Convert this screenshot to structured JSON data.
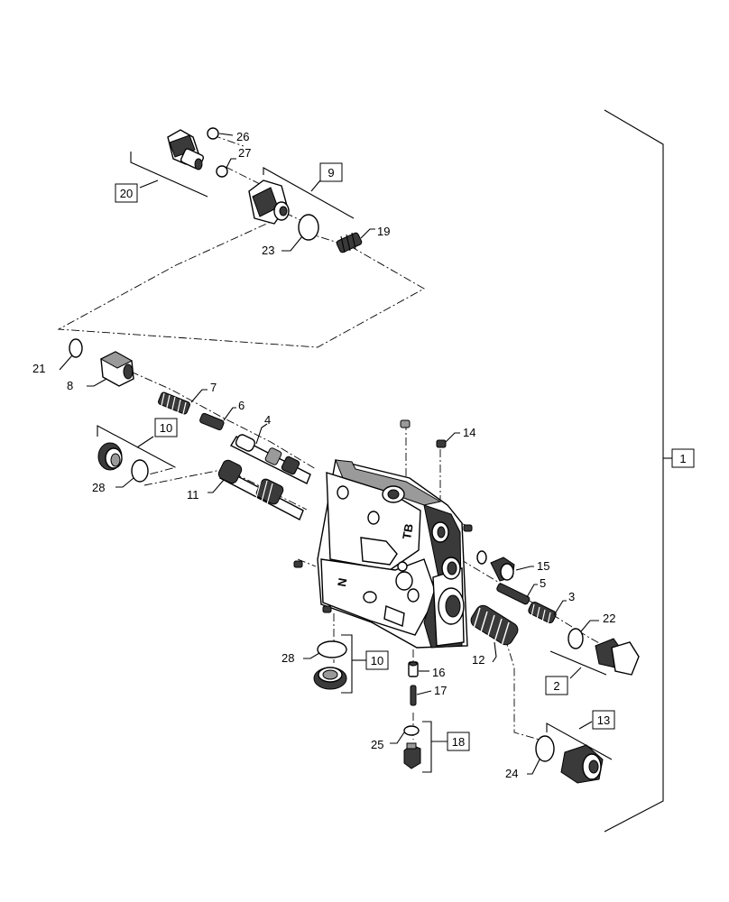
{
  "callouts": {
    "c1": "1",
    "c2": "2",
    "c3": "3",
    "c4": "4",
    "c5": "5",
    "c6": "6",
    "c7": "7",
    "c8": "8",
    "c9": "9",
    "c10a": "10",
    "c10b": "10",
    "c11": "11",
    "c12": "12",
    "c13": "13",
    "c14": "14",
    "c15": "15",
    "c16": "16",
    "c17": "17",
    "c18": "18",
    "c19": "19",
    "c20": "20",
    "c21": "21",
    "c22": "22",
    "c23": "23",
    "c24": "24",
    "c25": "25",
    "c26": "26",
    "c27": "27",
    "c28a": "28",
    "c28b": "28"
  },
  "body_markings": {
    "port_t": "TB",
    "port_n": "N"
  }
}
